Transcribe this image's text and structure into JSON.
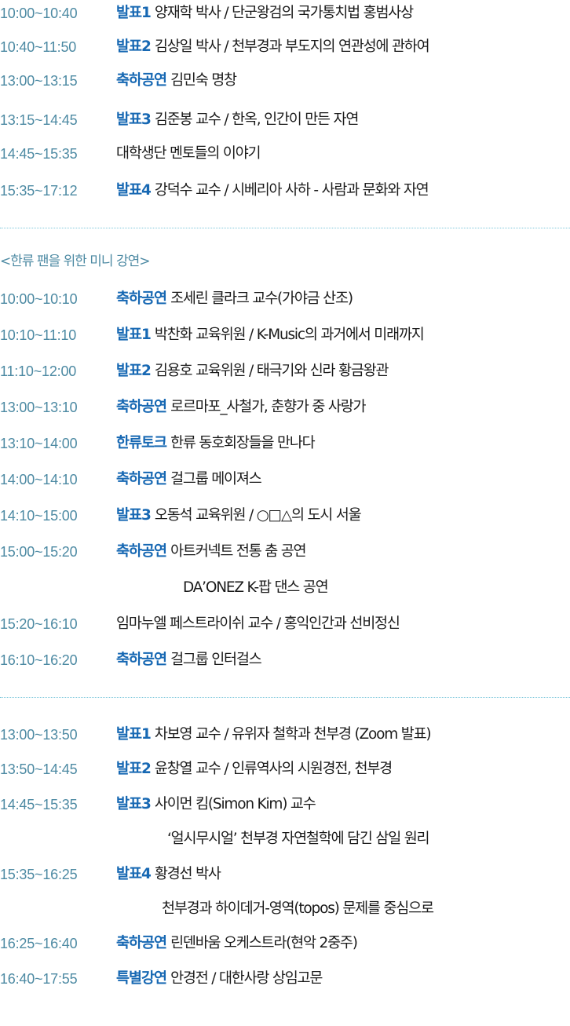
{
  "colors": {
    "time": "#4d8aa3",
    "label": "#1768b3",
    "text": "#1a1a1a",
    "separator": "#7fc8dc"
  },
  "section1": {
    "rows": [
      {
        "time": "10:00~10:40",
        "label": "발표1",
        "text": "양재학 박사 / 단군왕검의 국가통치법 홍범사상"
      },
      {
        "time": "10:40~11:50",
        "label": "발표2",
        "text": "김상일 박사 / 천부경과 부도지의 연관성에 관하여"
      },
      {
        "time": "13:00~13:15",
        "label": "축하공연",
        "text": "김민숙 명창"
      },
      {
        "time": "13:15~14:45",
        "label": "발표3",
        "text": "김준봉 교수 / 한옥, 인간이 만든 자연"
      },
      {
        "time": "14:45~15:35",
        "label": "",
        "text": "대학생단 멘토들의 이야기"
      },
      {
        "time": "15:35~17:12",
        "label": "발표4",
        "text": "강덕수 교수 / 시베리아 사하 - 사람과 문화와 자연"
      }
    ]
  },
  "section2": {
    "header": "<한류 팬을 위한 미니 강연>",
    "rows": [
      {
        "time": "10:00~10:10",
        "label": "축하공연",
        "text": "조세린 클라크 교수(가야금 산조)"
      },
      {
        "time": "10:10~11:10",
        "label": "발표1",
        "text": "박찬화 교육위원 / K-Music의 과거에서 미래까지"
      },
      {
        "time": "11:10~12:00",
        "label": "발표2",
        "text": "김용호 교육위원 / 태극기와 신라 황금왕관"
      },
      {
        "time": "13:00~13:10",
        "label": "축하공연",
        "text": "로르마포_사철가, 춘향가 중 사랑가"
      },
      {
        "time": "13:10~14:00",
        "label": "한류토크",
        "text": "한류 동호회장들을 만나다"
      },
      {
        "time": "14:00~14:10",
        "label": "축하공연",
        "text": "걸그룹 메이져스"
      },
      {
        "time": "14:10~15:00",
        "label": "발표3",
        "text": "오동석 교육위원 / ○□△의 도시 서울"
      },
      {
        "time": "15:00~15:20",
        "label": "축하공연",
        "text": "아트커넥트 전통 춤 공연"
      },
      {
        "time": "",
        "label": "",
        "text": "DA’ONEZ K-팝 댄스 공연"
      },
      {
        "time": "15:20~16:10",
        "label": "",
        "text": "임마누엘 페스트라이쉬 교수 / 홍익인간과 선비정신"
      },
      {
        "time": "16:10~16:20",
        "label": "축하공연",
        "text": "걸그룹 인터걸스"
      }
    ]
  },
  "section3": {
    "rows": [
      {
        "time": "13:00~13:50",
        "label": "발표1",
        "text": "차보영 교수 / 유위자 철학과 천부경 (Zoom 발표)"
      },
      {
        "time": "13:50~14:45",
        "label": "발표2",
        "text": "윤창열 교수 / 인류역사의 시원경전, 천부경"
      },
      {
        "time": "14:45~15:35",
        "label": "발표3",
        "text": "사이먼 킴(Simon Kim) 교수"
      },
      {
        "time": "",
        "label": "",
        "text": "‘얼시무시얼’ 천부경 자연철학에 담긴 삼일 원리"
      },
      {
        "time": "15:35~16:25",
        "label": "발표4",
        "text": "황경선 박사"
      },
      {
        "time": "",
        "label": "",
        "text": "천부경과 하이데거-영역(topos) 문제를 중심으로"
      },
      {
        "time": "16:25~16:40",
        "label": "축하공연",
        "text": "린덴바움 오케스트라(현악 2중주)"
      },
      {
        "time": "16:40~17:55",
        "label": "특별강연",
        "text": "안경전 / 대한사랑 상임고문"
      }
    ]
  }
}
